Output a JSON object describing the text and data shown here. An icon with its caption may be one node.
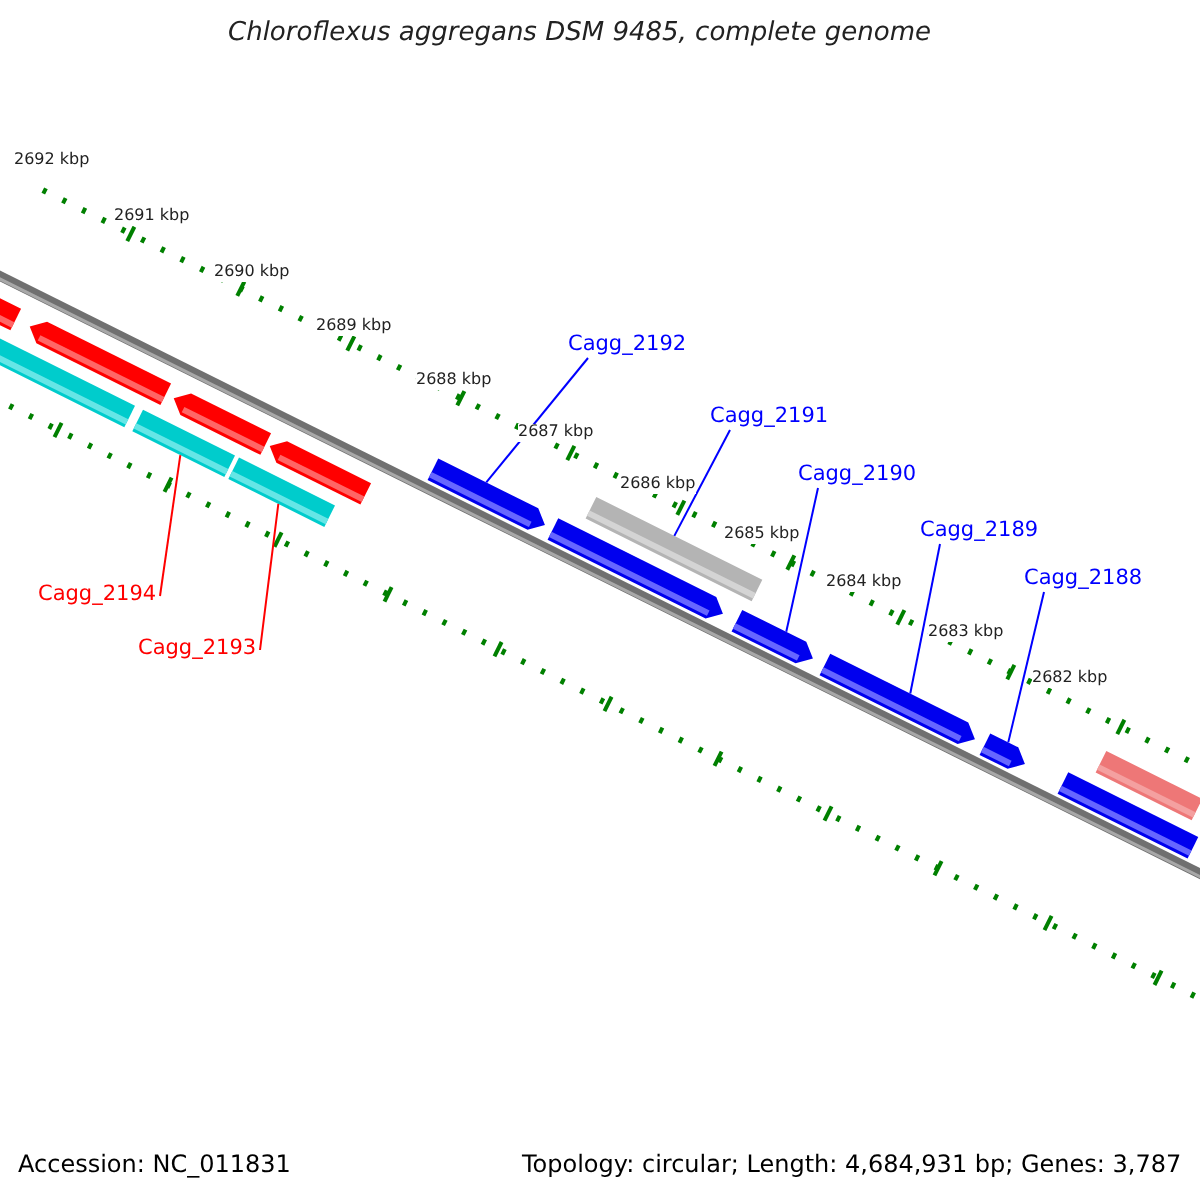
{
  "diagram": {
    "title": "Chloroflexus aggregans DSM 9485, complete genome",
    "nodes": [
      {
        "text": [
          "Cagg_2192"
        ]
      },
      {
        "text": [
          "Cagg_2191"
        ]
      },
      {
        "text": [
          "Cagg_2190"
        ]
      },
      {
        "text": [
          "Cagg_2189"
        ]
      },
      {
        "text": [
          "Cagg_2188"
        ]
      },
      {
        "text": [
          "Cagg_2194"
        ]
      },
      {
        "text": [
          "Cagg_2193"
        ]
      },
      {
        "text": [],
        "shape": "bar"
      },
      {
        "text": [],
        "shape": "bar"
      },
      {
        "text": [],
        "shape": "bar"
      },
      {
        "text": [],
        "shape": "bar"
      },
      {
        "text": [],
        "shape": "bar"
      },
      {
        "text": [],
        "shape": "bar"
      },
      {
        "text": [],
        "shape": "bar"
      },
      {
        "text": [],
        "shape": "bar"
      },
      {
        "text": [],
        "shape": "bar"
      },
      {
        "text": [],
        "shape": "bar"
      },
      {
        "text": [],
        "shape": "bar"
      },
      {
        "text": [],
        "shape": "bar"
      },
      {
        "text": [],
        "shape": "bar"
      },
      {
        "text": [],
        "shape": "bar"
      },
      {
        "text": [],
        "shape": "bar"
      }
    ],
    "edges": [
      {
        "from": 0,
        "to": 14,
        "arrow": "none"
      },
      {
        "from": 1,
        "to": 15,
        "arrow": "none"
      },
      {
        "from": 2,
        "to": 17,
        "arrow": "none"
      },
      {
        "from": 3,
        "to": 18,
        "arrow": "none"
      },
      {
        "from": 4,
        "to": 19,
        "arrow": "none"
      },
      {
        "from": 5,
        "to": 11,
        "arrow": "none",
        "color": "#ff0000"
      },
      {
        "from": 6,
        "to": 13,
        "arrow": "none",
        "color": "#ff0000"
      }
    ],
    "labels": [
      "2692 kbp",
      "2691 kbp",
      "2690 kbp",
      "2689 kbp",
      "2688 kbp",
      "2687 kbp",
      "2686 kbp",
      "2685 kbp",
      "2684 kbp",
      "2683 kbp",
      "2682 kbp",
      "Accession: NC_011831",
      "Topology: circular; Length: 4,684,931 bp; Genes: 3,787"
    ]
  }
}
